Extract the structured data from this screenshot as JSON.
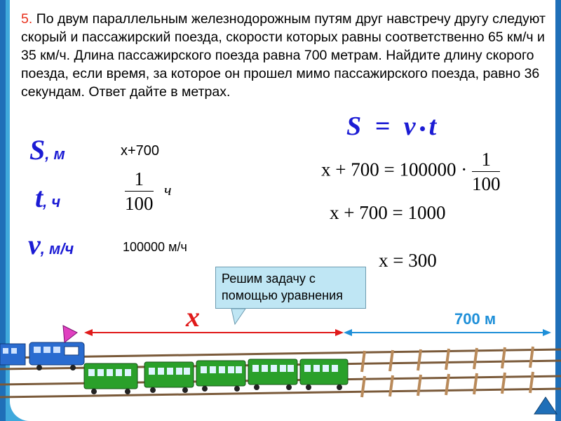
{
  "problem": {
    "number": "5.",
    "text": "По двум параллельным железнодорожным путям друг навстречу другу следуют скорый и пассажирский поезда, скорости которых равны соответственно 65 км/ч и 35 км/ч. Длина пассажирского поезда равна 700 метрам. Найдите длину скорого поезда, если время, за которое он прошел мимо пассажирского поезда, равно 36 секундам. Ответ дайте в метрах."
  },
  "table": {
    "s_symbol": "S",
    "s_unit": ", м",
    "s_value": "x+700",
    "t_symbol": "t",
    "t_unit": ", ч",
    "t_num": "1",
    "t_den": "100",
    "t_value_unit": "ч",
    "v_symbol": "v",
    "v_unit": ", м/ч",
    "v_value": "100000 м/ч"
  },
  "formula": {
    "s": "S",
    "eq": "=",
    "v": "v",
    "t": "t"
  },
  "solution": {
    "line1_left": "x + 700 = 100000 ·",
    "line1_num": "1",
    "line1_den": "100",
    "line2": "x + 700 = 1000",
    "line3": "x = 300"
  },
  "callout": "Решим задачу с помощью уравнения",
  "diagram": {
    "x_label": "x",
    "dist_label": "700 м"
  },
  "colors": {
    "background": "#3fa9dc",
    "accent_blue": "#1b1bd4",
    "red": "#e01a1a",
    "train_green": "#2aa02a",
    "train_blue": "#2a6cd0"
  }
}
